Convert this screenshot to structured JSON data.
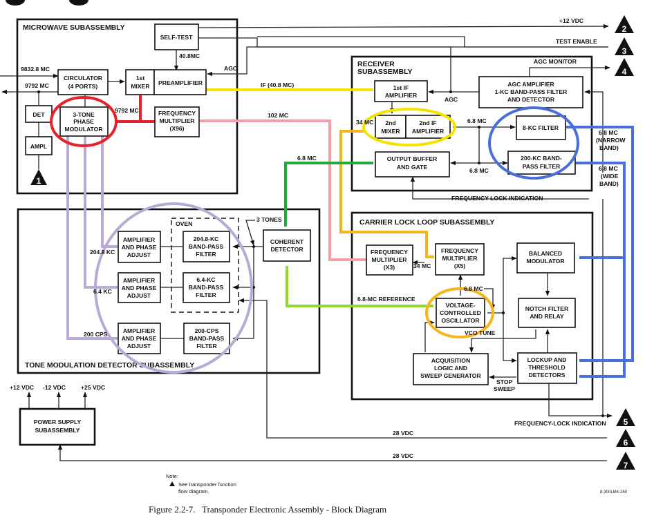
{
  "figure": {
    "caption": "Figure 2.2-7.   Transponder Electronic Assembly - Block Diagram",
    "drawing_number": "8-300LM4-250",
    "note_title": "Note:",
    "note_line1": "See transponder function",
    "note_line2": "flow diagram."
  },
  "subassemblies": {
    "microwave": "MICROWAVE SUBASSEMBLY",
    "receiver_1": "RECEIVER",
    "receiver_2": "SUBASSEMBLY",
    "tone": "TONE MODULATION DETECTOR SUBASSEMBLY",
    "carrier": "CARRIER LOCK LOOP SUBASSEMBLY",
    "power_1": "POWER SUPPLY",
    "power_2": "SUBASSEMBLY"
  },
  "blocks": {
    "self_test": [
      "SELF-TEST"
    ],
    "circulator": [
      "CIRCULATOR",
      "(4 PORTS)"
    ],
    "first_mixer": [
      "1st",
      "MIXER"
    ],
    "preamplifier": [
      "PREAMPLIFIER"
    ],
    "det": [
      "DET"
    ],
    "ampl": [
      "AMPL"
    ],
    "phase_modulator": [
      "3-TONE",
      "PHASE",
      "MODULATOR"
    ],
    "freq_mult_x96": [
      "FREQUENCY",
      "MULTIPLIER",
      "(X96)"
    ],
    "first_if_amp": [
      "1st IF",
      "AMPLIFIER"
    ],
    "agc_amp": [
      "AGC AMPLIFIER",
      "1-KC BAND-PASS FILTER",
      "AND DETECTOR"
    ],
    "second_mixer": [
      "2nd",
      "MIXER"
    ],
    "second_if_amp": [
      "2nd IF",
      "AMPLIFIER"
    ],
    "filter_8kc": [
      "8-KC FILTER"
    ],
    "filter_200kc": [
      "200-KC BAND-",
      "PASS FILTER"
    ],
    "output_buffer": [
      "OUTPUT BUFFER",
      "AND GATE"
    ],
    "amp_phase_1": [
      "AMPLIFIER",
      "AND PHASE",
      "ADJUST"
    ],
    "amp_phase_2": [
      "AMPLIFIER",
      "AND PHASE",
      "ADJUST"
    ],
    "amp_phase_3": [
      "AMPLIFIER",
      "AND PHASE",
      "ADJUST"
    ],
    "bpf_204": [
      "204.8-KC",
      "BAND-PASS",
      "FILTER"
    ],
    "bpf_64": [
      "6.4-KC",
      "BAND-PASS",
      "FILTER"
    ],
    "bpf_200cps": [
      "200-CPS",
      "BAND-PASS",
      "FILTER"
    ],
    "coherent_detector": [
      "COHERENT",
      "DETECTOR"
    ],
    "freq_mult_x3": [
      "FREQUENCY",
      "MULTIPLIER",
      "(X3)"
    ],
    "freq_mult_x5": [
      "FREQUENCY",
      "MULTIPLIER",
      "(X5)"
    ],
    "balanced_mod": [
      "BALANCED",
      "MODULATOR"
    ],
    "vco": [
      "VOLTAGE-",
      "CONTROLLED",
      "OSCILLATOR"
    ],
    "notch_filter": [
      "NOTCH FILTER",
      "AND RELAY"
    ],
    "acquisition": [
      "ACQUISITION",
      "LOGIC AND",
      "SWEEP GENERATOR"
    ],
    "lockup": [
      "LOCKUP AND",
      "THRESHOLD",
      "DETECTORS"
    ]
  },
  "labels": {
    "oven": "OVEN",
    "in_9832": "9832.8 MC",
    "out_9792": "9792 MC",
    "mod_9792": "9792 MC",
    "mc_408": "40.8MC",
    "agc_pre": "AGC",
    "agc_rx": "AGC",
    "if_408": "IF (40.8 MC)",
    "mc_102": "102 MC",
    "mc_34_rx": "34 MC",
    "mc_68_a": "6.8 MC",
    "mc_68_b": "6.8 MC",
    "mc_68_green": "6.8 MC",
    "narrow_1": "6.8 MC",
    "narrow_2": "(NARROW",
    "narrow_3": "BAND)",
    "wide_1": "6.8 MC",
    "wide_2": "(WIDE",
    "wide_3": "BAND)",
    "agc_monitor": "AGC MONITOR",
    "plus12": "+12 VDC",
    "test_enable": "TEST ENABLE",
    "freq_lock_ind": "FREQUENCY LOCK INDICATION",
    "three_tones": "3 TONES",
    "kc_204": "204.8 KC",
    "kc_64": "6.4 KC",
    "cps_200": "200 CPS",
    "mc_34_cl": "34 MC",
    "ref_68": "6.8-MC REFERENCE",
    "mc_68_vco": "6.8 MC",
    "vco_tune": "VCO TUNE",
    "stop_sweep_1": "STOP",
    "stop_sweep_2": "SWEEP",
    "freq_lock_ind2": "FREQUENCY-LOCK INDICATION",
    "vdc_28_a": "28 VDC",
    "vdc_28_b": "28 VDC",
    "ps_out1": "+12 VDC",
    "ps_out2": "-12 VDC",
    "ps_out3": "+25 VDC"
  },
  "connectors": [
    "1",
    "2",
    "3",
    "4",
    "5",
    "6",
    "7"
  ],
  "highlight_colors": {
    "red": "#e8202a",
    "yellow": "#f5e400",
    "pink": "#f2a0a8",
    "orange": "#f8b41c",
    "green": "#22a83c",
    "light_green": "#92d82a",
    "blue": "#4a6edc",
    "lavender": "#b8aad4"
  }
}
